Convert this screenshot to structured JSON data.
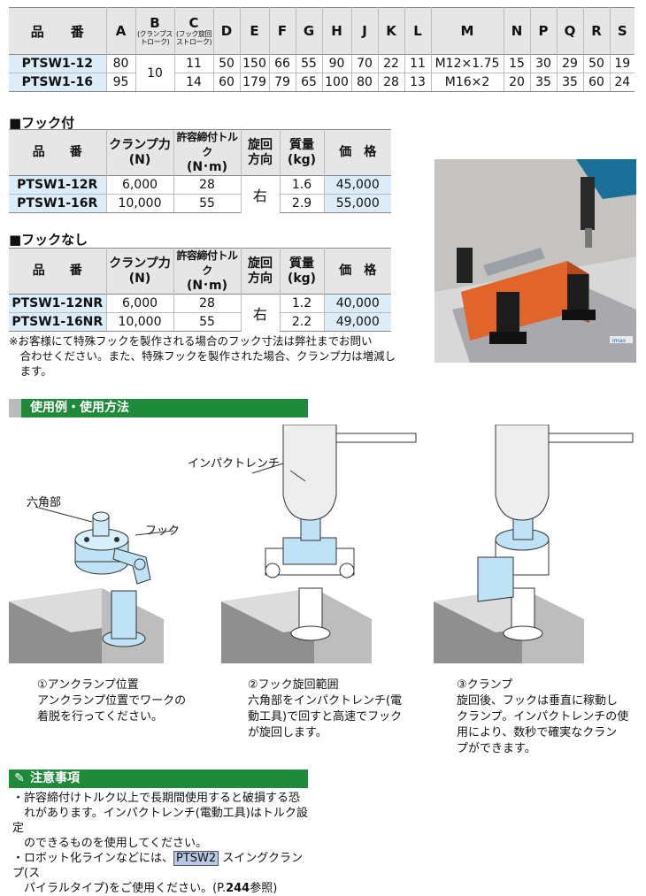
{
  "dim_table": {
    "headers": {
      "name": "品　　番",
      "A": "A",
      "B": "B",
      "B_sub": "(クランプストローク)",
      "C": "C",
      "C_sub": "(フック旋回ストローク)",
      "D": "D",
      "E": "E",
      "F": "F",
      "G": "G",
      "H": "H",
      "J": "J",
      "K": "K",
      "L": "L",
      "M": "M",
      "N": "N",
      "P": "P",
      "Q": "Q",
      "R": "R",
      "S": "S"
    },
    "rows": [
      {
        "name": "PTSW1-12",
        "A": "80",
        "C": "11",
        "D": "50",
        "E": "150",
        "F": "66",
        "G": "55",
        "H": "90",
        "J": "70",
        "K": "22",
        "L": "11",
        "M": "M12×1.75",
        "N": "15",
        "P": "30",
        "Q": "29",
        "R": "50",
        "S": "19"
      },
      {
        "name": "PTSW1-16",
        "A": "95",
        "C": "14",
        "D": "60",
        "E": "179",
        "F": "79",
        "G": "65",
        "H": "100",
        "J": "80",
        "K": "28",
        "L": "13",
        "M": "M16×2",
        "N": "20",
        "P": "35",
        "Q": "35",
        "R": "60",
        "S": "24"
      }
    ],
    "B_shared": "10"
  },
  "hook_with": {
    "heading": "■フック付",
    "headers": {
      "name": "品　　番",
      "clamp": "クランプ力",
      "clamp_unit": "(N)",
      "torque": "許容締付トルク",
      "torque_unit": "(N･m)",
      "dir": "旋回",
      "dir2": "方向",
      "mass": "質量",
      "mass_unit": "(kg)",
      "price": "価　格"
    },
    "rows": [
      {
        "name": "PTSW1-12R",
        "clamp": "6,000",
        "torque": "28",
        "mass": "1.6",
        "price": "45,000"
      },
      {
        "name": "PTSW1-16R",
        "clamp": "10,000",
        "torque": "55",
        "mass": "2.9",
        "price": "55,000"
      }
    ],
    "dir_shared": "右"
  },
  "hook_without": {
    "heading": "■フックなし",
    "headers": {
      "name": "品　　番",
      "clamp": "クランプ力",
      "clamp_unit": "(N)",
      "torque": "許容締付トルク",
      "torque_unit": "(N･m)",
      "dir": "旋回",
      "dir2": "方向",
      "mass": "質量",
      "mass_unit": "(kg)",
      "price": "価　格"
    },
    "rows": [
      {
        "name": "PTSW1-12NR",
        "clamp": "6,000",
        "torque": "28",
        "mass": "1.2",
        "price": "40,000"
      },
      {
        "name": "PTSW1-16NR",
        "clamp": "10,000",
        "torque": "55",
        "mass": "2.2",
        "price": "49,000"
      }
    ],
    "dir_shared": "右"
  },
  "note": {
    "line1": "※お客様にて特殊フックを製作される場合のフック寸法は弊社までお問い",
    "line2": "　合わせください。また、特殊フックを製作された場合、クランプ力は増減し",
    "line3": "　ます。"
  },
  "photo": {
    "logo": "imao"
  },
  "usage": {
    "bar": "使用例・使用方法",
    "label_impact": "インパクトレンチ",
    "label_hex": "六角部",
    "label_hook": "フック",
    "step1": {
      "title": "①アンクランプ位置",
      "lines": [
        "アンクランプ位置でワークの",
        "着脱を行ってください。"
      ]
    },
    "step2": {
      "title": "②フック旋回範囲",
      "lines": [
        "六角部をインパクトレンチ(電",
        "動工具)で回すと高速でフック",
        "が旋回します。"
      ]
    },
    "step3": {
      "title": "③クランプ",
      "lines": [
        "旋回後、フックは垂直に稼動し",
        "クランプ。インパクトレンチの使",
        "用により、数秒で確実なクラン",
        "プができます。"
      ]
    }
  },
  "cautions": {
    "bar": "注意事項",
    "item1_a": "・許容締付けトルク以上で長期間使用すると破損する恐",
    "item1_b": "　れがあります。インパクトレンチ(電動工具)はトルク設定",
    "item1_c": "　のできるものを使用してください。",
    "item2_a_pre": "・ロボット化ラインなどには、",
    "item2_tag": "PTSW2",
    "item2_a_post": " スイングクランプ(ス",
    "item2_b_pre": "　パイラルタイプ)をご使用ください。(P.",
    "item2_page": "244",
    "item2_b_post": "参照)"
  },
  "colors": {
    "accent_green": "#1f8a3a",
    "cell_blue": "#dcecf8",
    "header_gray": "#e6e6e6",
    "part_blue": "#bfe2f6"
  }
}
